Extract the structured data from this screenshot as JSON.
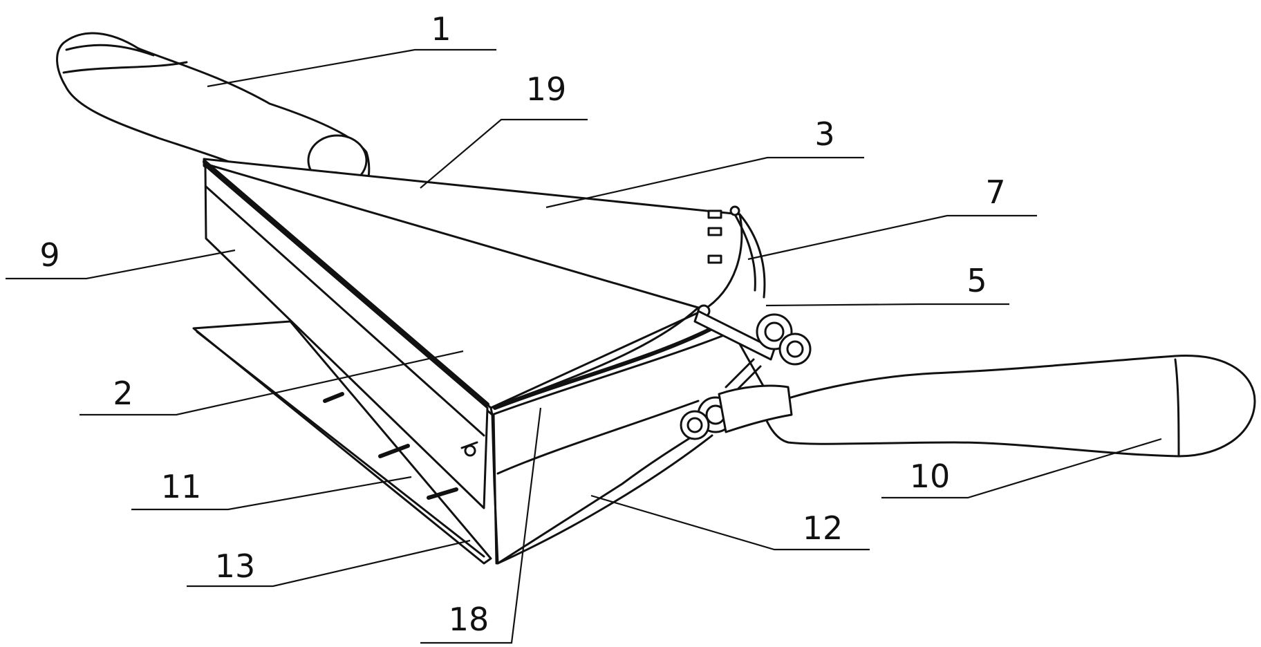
{
  "figure": {
    "callouts": [
      "1",
      "19",
      "3",
      "7",
      "9",
      "5",
      "2",
      "11",
      "10",
      "12",
      "13",
      "18"
    ]
  }
}
